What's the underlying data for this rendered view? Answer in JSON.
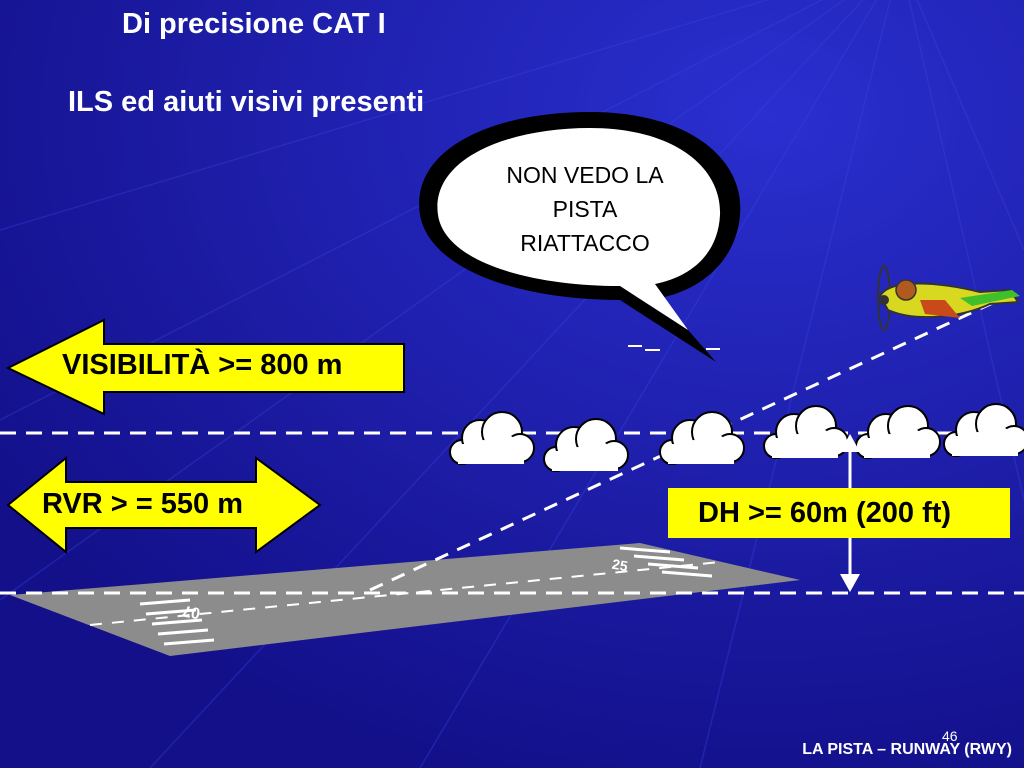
{
  "title": "Di precisione CAT I",
  "subtitle": "ILS ed aiuti visivi presenti",
  "bubble": {
    "line1": "NON VEDO LA",
    "line2": "PISTA",
    "line3": "RIATTACCO"
  },
  "visibility_label": "VISIBILITÀ >= 800 m",
  "rvr_label": "RVR > = 550 m",
  "dh_label": "DH >= 60m (200 ft)",
  "page_number": "46",
  "footer": "LA PISTA – RUNWAY (RWY)",
  "colors": {
    "background": "#1d1aa6",
    "highlight": "#ffff00",
    "runway": "#8c8c8c",
    "text_light": "#ffffff"
  }
}
